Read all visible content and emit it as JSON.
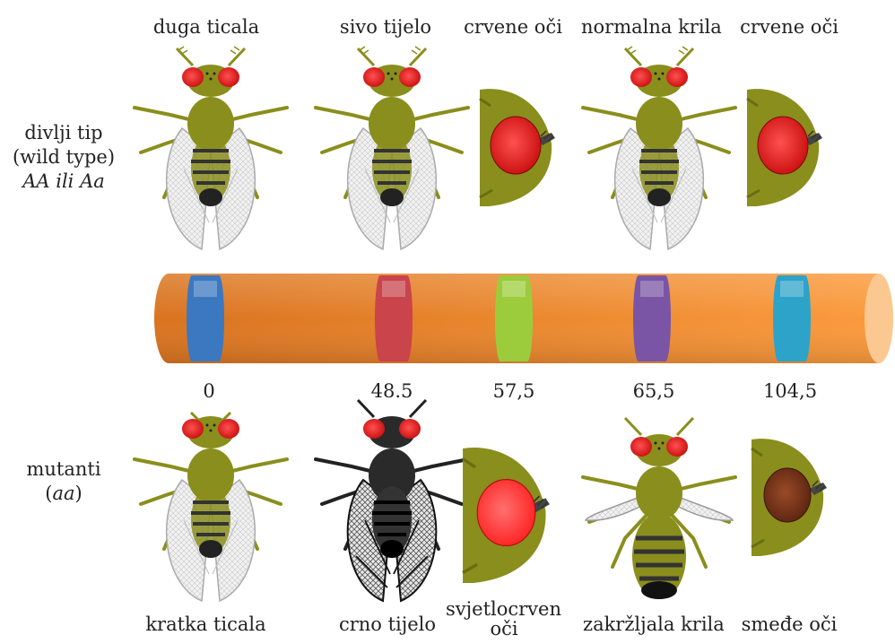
{
  "wild_type": {
    "label_line1": "divlji tip",
    "label_line2": "(wild type)",
    "label_line3": "AA ili Aa",
    "traits": [
      "duga ticala",
      "sivo tijelo",
      "crvene oči",
      "normalna krila",
      "crvene oči"
    ]
  },
  "mutants": {
    "label_line1": "mutanti",
    "label_line2_open": "(",
    "label_line2_genotype": "aa",
    "label_line2_close": ")",
    "traits": [
      "kratka ticala",
      "crno tijelo",
      "svjetlocrvene oči",
      "zakržljala krila",
      "smeđe oči"
    ]
  },
  "chromosome": {
    "positions": [
      "0",
      "48.5",
      "57,5",
      "65,5",
      "104,5"
    ],
    "band_colors": [
      "#3b78c0",
      "#c9444b",
      "#9ccc3c",
      "#7a55a5",
      "#2ea3c9"
    ],
    "body_color": "#f0892b"
  },
  "colors": {
    "fly_body": "#8a8e1c",
    "eye_red": "#e01818",
    "eye_light_red": "#ff3a3a",
    "eye_brown": "#7a3318",
    "mutant_black": "#1a1a1a"
  }
}
